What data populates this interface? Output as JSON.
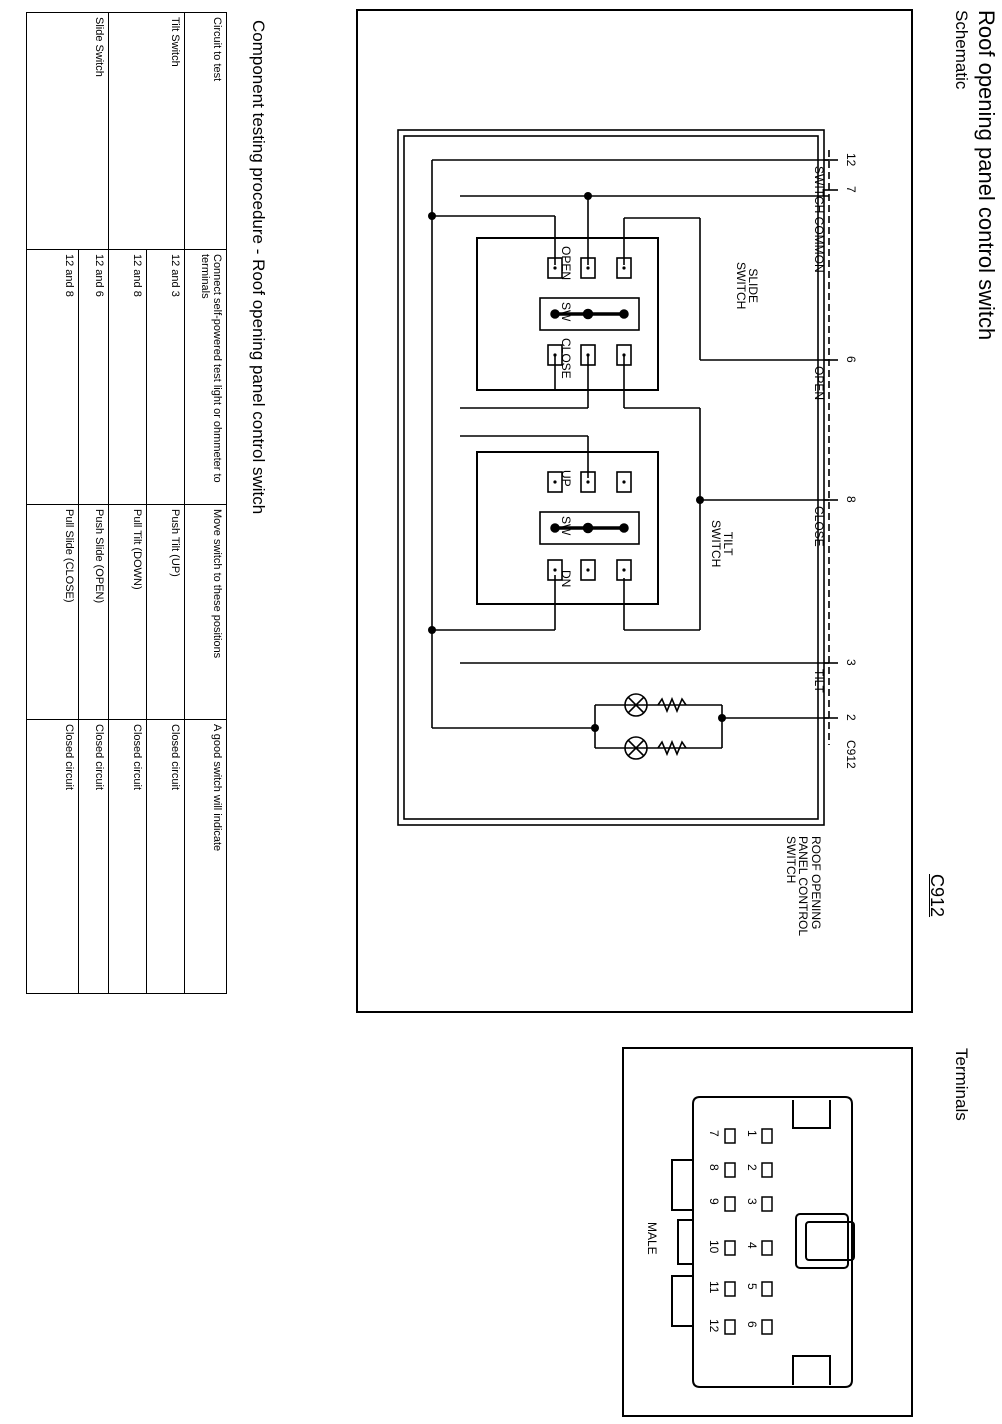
{
  "page": {
    "title": "Roof opening panel control switch",
    "schematic_heading": "Schematic",
    "terminals_heading": "Terminals",
    "testing_heading": "Component testing procedure - Roof opening panel control switch"
  },
  "schematic": {
    "pins": [
      "12",
      "7",
      "6",
      "8",
      "3",
      "2"
    ],
    "connector_label": "C912",
    "wire_labels": {
      "switch_common": "SWITCH COMMON",
      "open": "OPEN",
      "close": "CLOSE",
      "tilt": "TILT"
    },
    "slide_switch": {
      "title_line1": "SLIDE",
      "title_line2": "SWITCH",
      "pos_open": "OPEN",
      "pos_sw": "SW",
      "pos_close": "CLOSE"
    },
    "tilt_switch": {
      "title_line1": "TILT",
      "title_line2": "SWITCH",
      "pos_up": "UP",
      "pos_sw": "SW",
      "pos_dn": "DN"
    },
    "component_label": [
      "ROOF OPENING",
      "PANEL CONTROL",
      "SWITCH"
    ]
  },
  "terminals": {
    "connector": "C912",
    "gender": "MALE",
    "pin_numbers": [
      "1",
      "2",
      "3",
      "4",
      "5",
      "6",
      "7",
      "8",
      "9",
      "10",
      "11",
      "12"
    ]
  },
  "testing_table": {
    "headers": {
      "circuit": "Circuit to test",
      "connect": "Connect self-powered test light or ohmmeter to terminals",
      "move": "Move switch to these positions",
      "result": "A good switch will indicate"
    },
    "rows": [
      {
        "circuit": "Tilt Switch",
        "terminals": "12 and 3",
        "position": "Push Tilt (UP)",
        "result": "Closed circuit"
      },
      {
        "circuit": "",
        "terminals": "12 and 8",
        "position": "Pull Tilt (DOWN)",
        "result": "Closed circuit"
      },
      {
        "circuit": "Slide Switch",
        "terminals": "12 and 6",
        "position": "Push Slide (OPEN)",
        "result": "Closed circuit"
      },
      {
        "circuit": "",
        "terminals": "12 and 8",
        "position": "Pull Slide (CLOSE)",
        "result": "Closed circuit"
      }
    ]
  }
}
